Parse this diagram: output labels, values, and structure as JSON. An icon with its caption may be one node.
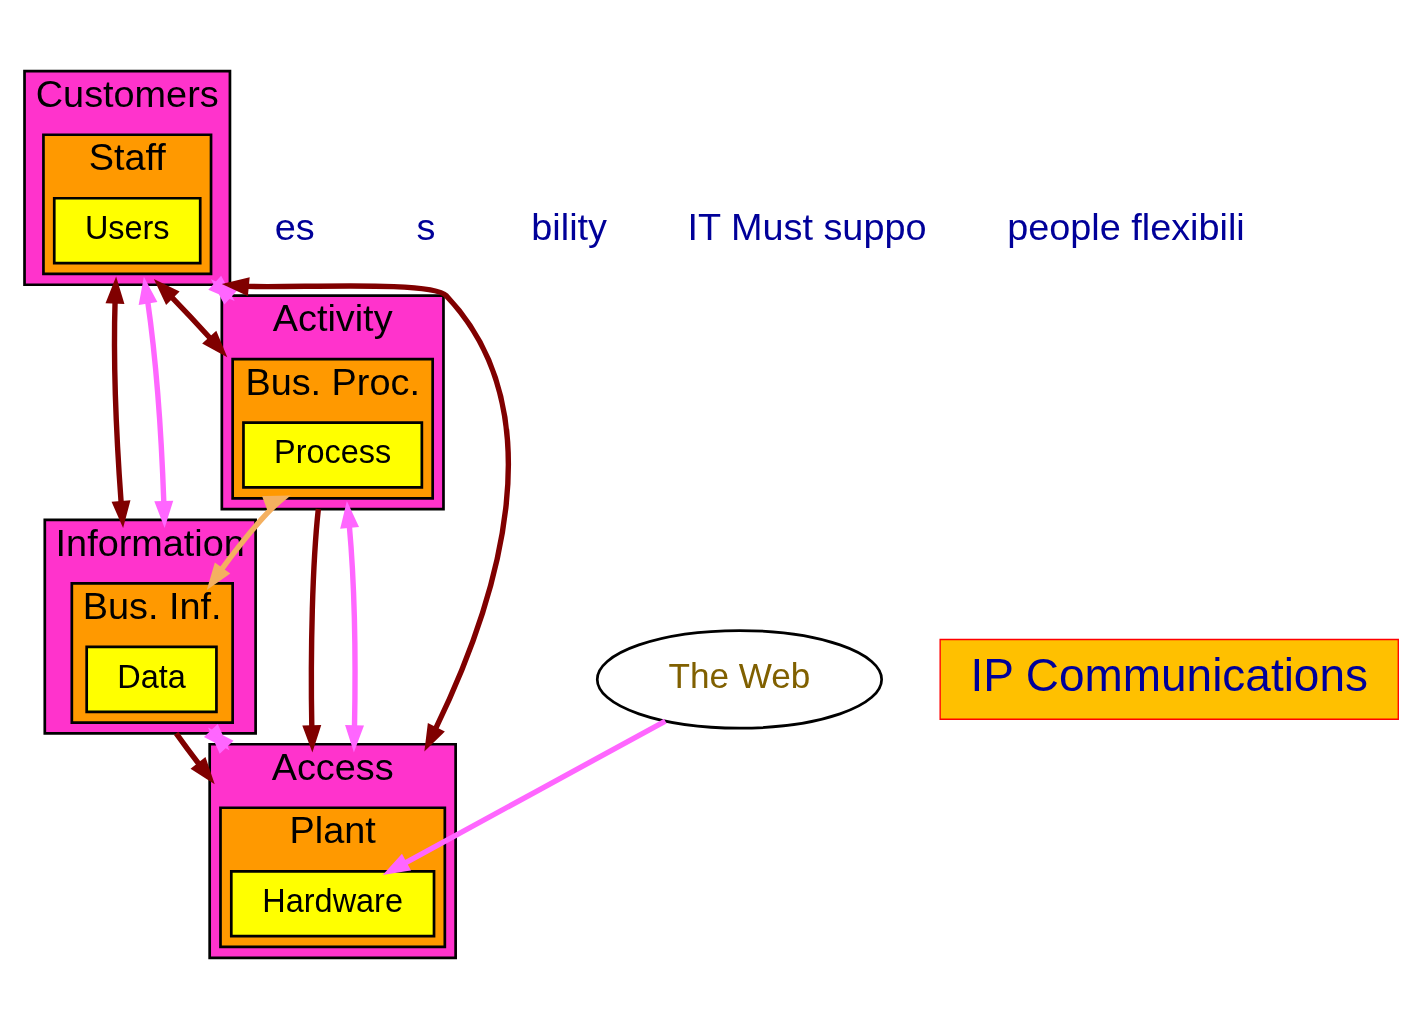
{
  "diagram": {
    "nodes": [
      {
        "text": [
          "Customers"
        ]
      },
      {
        "text": [
          "Staff"
        ],
        "in": 0
      },
      {
        "text": [
          "Users"
        ],
        "in": 1
      },
      {
        "text": [
          "Activity"
        ]
      },
      {
        "text": [
          "Bus. Proc."
        ],
        "in": 3
      },
      {
        "text": [
          "Process"
        ],
        "in": 4
      },
      {
        "text": [
          "Information"
        ]
      },
      {
        "text": [
          "Bus. Inf."
        ],
        "in": 6
      },
      {
        "text": [
          "Data"
        ],
        "in": 7
      },
      {
        "text": [
          "Access"
        ]
      },
      {
        "text": [
          "Plant"
        ],
        "in": 9
      },
      {
        "text": [
          "Hardware"
        ],
        "in": 10
      },
      {
        "text": [
          "The Web"
        ]
      },
      {
        "text": [
          "IP Communications"
        ]
      }
    ],
    "edges": [
      {
        "from": 0,
        "to": 3,
        "arrow": "both",
        "color": "#800000"
      },
      {
        "from": 0,
        "to": 3,
        "arrow": "both",
        "color": "#ff66ff"
      },
      {
        "from": 0,
        "to": 6,
        "arrow": "both",
        "color": "#800000"
      },
      {
        "from": 0,
        "to": 6,
        "arrow": "both",
        "color": "#ff66ff"
      },
      {
        "from": 0,
        "to": 9,
        "arrow": "both",
        "color": "#800000"
      },
      {
        "from": 12,
        "to": 11,
        "arrow": "to",
        "color": "#ff66ff"
      },
      {
        "from": 4,
        "to": 7,
        "arrow": "both",
        "color": "#f4b060"
      },
      {
        "from": 3,
        "to": 9,
        "arrow": "to",
        "color": "#800000"
      },
      {
        "from": 3,
        "to": 9,
        "arrow": "both",
        "color": "#ff66ff"
      },
      {
        "from": 6,
        "to": 9,
        "arrow": "to",
        "color": "#800000"
      },
      {
        "from": 6,
        "to": 9,
        "arrow": "both",
        "color": "#ff66ff"
      }
    ],
    "labels": [
      "es",
      "s",
      "bility",
      "IT Must suppo",
      "people flexibili"
    ]
  }
}
